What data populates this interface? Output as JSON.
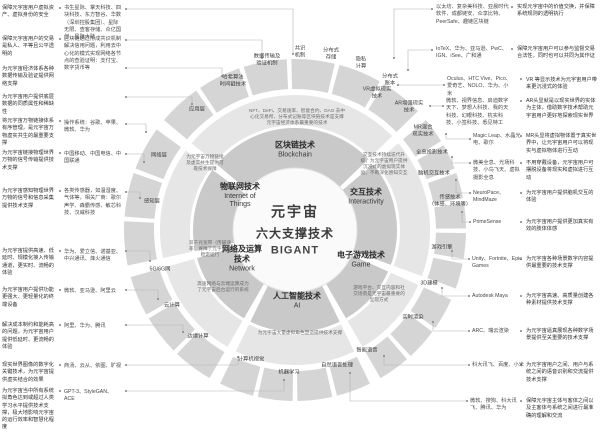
{
  "center": {
    "title": "元宇宙",
    "subtitle": "六大支撑技术",
    "brand": "BIGANT"
  },
  "sectors": {
    "blockchain": {
      "zh": "区块链技术",
      "en": "Blockchain",
      "band": "NFT、DeFi、交易速率、智能合约、DAO 去中心化交易所、分布式记账等区块链技术是支撑元宇宙经济体系最重要的技术",
      "segments": [
        "哈希算法\n时间戳技术",
        "数据传输及\n验证机制",
        "共识\n机制",
        "分布式\n存储",
        "隐私\n计算",
        "分布式\n账本"
      ]
    },
    "interactivity": {
      "zh": "交互技术",
      "en": "Interactivity",
      "band": "交互技术持续迭代升级，为元宇宙用户提供沉浸式的虚拟现实体验，不断深化感知交互",
      "segments": [
        "VR虚拟现实\n技术",
        "AR增强现实\n技术",
        "MR混合\n现实技术",
        "全息投影技术",
        "脑机交互技术",
        "传感技术\n（体感、环境等）"
      ]
    },
    "game": {
      "zh": "电子游戏技术",
      "en": "Game",
      "band": "游戏平台、交互内容和社交场景是元宇宙最重要的呈现方式",
      "segments": [
        "游戏引擎",
        "3D建模",
        "实时渲染"
      ]
    },
    "ai": {
      "zh": "人工智能技术",
      "en": "AI",
      "band": "为元宇宙大量虚拟角色塑造提供技术支撑",
      "segments": [
        "智能语音",
        "自然语言处理",
        "机器学习",
        "计算机视觉"
      ]
    },
    "network": {
      "zh": "网络及运算\n技术",
      "en": "Network",
      "band1": "双千兆宽带（传输速率）保障了元宇宙的稳定运行",
      "band2": "高速网络与云端运算成为了元宇宙后台运行的系统",
      "segments": [
        "边缘计算",
        "云计算",
        "5G/6G网"
      ]
    },
    "iot": {
      "zh": "物联网技术",
      "en": "Internet of\nThings",
      "band": "为元宇宙万物链接及虚实共生提供可靠技术保障",
      "segments": [
        "感知层",
        "网络层",
        "应用层"
      ]
    }
  },
  "left_rows": [
    {
      "desc": "保障元宇宙用户虚拟资产、虚拟身份的安全",
      "companies": "书生星际、掌天科技、四块科技、东方智谷、华数（深圳控股集团）、星际无限、查客存储、众亿国创、星际大陆"
    },
    {
      "desc": "保障元宇宙用户的交易是私人、平等且公平透明的",
      "companies": "区块链通过形成共识机制解决信用问题，利用去中心化的模式实现网络各节点的查验证明：支付宝、数字货币等"
    },
    {
      "desc": "为元宇宙经济体系各种数据传输及验证提供网络支撑",
      "companies": ""
    },
    {
      "desc": "为元宇宙用户提供底层数据的同质属性和稀缺性",
      "companies": ""
    },
    {
      "desc": "将元宇宙万物链接体系有序管理，是元宇宙万物虚实共生的最重要支撑",
      "companies": "操作系统：谷歌、苹果、微软、华为"
    },
    {
      "desc": "为元宇宙链接物理世界万物的信号传输提供技术支撑",
      "companies": "中国移动、中国电信、中国联通"
    },
    {
      "desc": "为元宇宙感知物理世界万物的信号和信息采集提供技术支撑",
      "companies": "各类传感器，如温湿度、气体等，相关厂商：歌尔声学、森霸传感、敏芯科技、汉威科技"
    },
    {
      "desc": "为元宇宙提供高速、低延时、规模化接入传输通道，更实时、流畅的体验",
      "companies": "华为、爱立信、诺基亚、中兴通讯、烽火通信"
    },
    {
      "desc": "为元宇宙用户提供功能更强大、更轻量化的终端设备",
      "companies": "微软、亚马逊、阿里云"
    },
    {
      "desc": "解决成本制约和能耗高的问题，为元宇宙用户提供低延时、更流畅的体验",
      "companies": "阿里、华为、腾讯"
    },
    {
      "desc": "现实世界图像的数字化关键技术，为元宇宙提供虚实结合的效果",
      "companies": "商汤、云从、依图、旷视"
    },
    {
      "desc": "为元宇宙当中所有系统拟角色达到或超过人类学习水平提供技术支撑，极大地影响元宇宙的运行效率和智慧化程度",
      "companies": "GPT-3、StyleGAN、ACE"
    }
  ],
  "right_rows": [
    {
      "companies": "以太坊、复杂美科技、亚晨时代软件、成都链安、众享比特、PeerSafe、趣链区块链",
      "desc": "实现元宇宙中的价值交换，并保障系统规则的透明执行"
    },
    {
      "companies": "IoTeX、华为、亚马逊、PwC、IGN、iSee、广和通",
      "desc": "保障元宇宙用户可以参与监督交易合法性，同时也可以共同为其作证"
    },
    {
      "companies": "Oculus、HTC Vive、Pico、爱奇艺、NOLO、华为、小米",
      "desc": "VR 等显示技术为元宇宙用户带来更沉浸式的体验"
    },
    {
      "companies": "微软、视界信息、启迪数字天下、梦想人科技、我的天科技、幻眼科技、杭实科技、小签科技、悉见特工",
      "desc": "AR头显就是以现实世界的实体为主体，借助数字技术帮助元宇宙用户更好地探索现实世界"
    },
    {
      "companies": "Magic Leap、水晶光电、歌尔",
      "desc": "MR头显将虚拟物体置于真实世界中，让元宇宙用户可以将现实与虚拟物体进行互动"
    },
    {
      "companies": "微美全息、光场科技、小鸟飞天、虚拟摄影全息",
      "desc": "不用穿戴设备，元宇宙用户可摆脱设备将现实和虚拟进行互动"
    },
    {
      "companies": "NeuroPace、MindMaze",
      "desc": "为元宇宙用户提供脑机交互的体验"
    },
    {
      "companies": "PrimeSense",
      "desc": "为元宇宙用户提供更加真实有效的肢体体感"
    },
    {
      "companies": "Unity、Fortnite、Epic Games",
      "desc": "为元宇宙各种场景数字内容提供最重要的技术支撑"
    },
    {
      "companies": "Autodesk Maya",
      "desc": "为元宇宙高速、高质量创建各种素材提供技术支撑"
    },
    {
      "companies": "ARC、瑞云渲染",
      "desc": "为元宇宙逼真展现各种数字场景提供至关重要的技术支撑"
    },
    {
      "companies": "科大讯飞、百度、小米",
      "desc": "为元宇宙用户之间、用户与系统之间的语音识别和交流提供技术支撑"
    },
    {
      "companies": "微软、搜狗、科大讯飞、腾讯、华为",
      "desc": "保障元宇宙主体与客体之间以及主客体与系统之间进行最准确的理解和交流"
    }
  ]
}
